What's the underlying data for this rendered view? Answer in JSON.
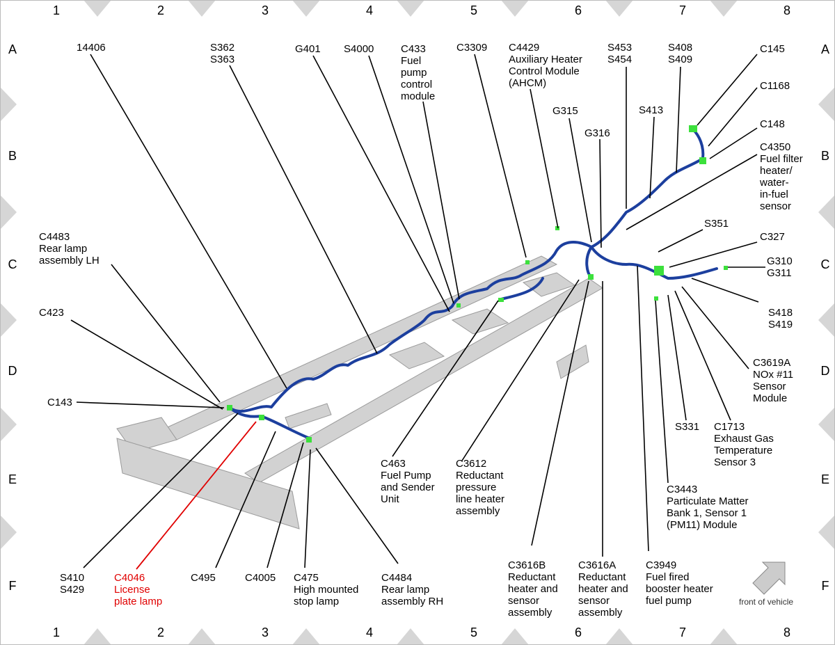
{
  "grid": {
    "columns": [
      "1",
      "2",
      "3",
      "4",
      "5",
      "6",
      "7",
      "8"
    ],
    "rows": [
      "A",
      "B",
      "C",
      "D",
      "E",
      "F"
    ]
  },
  "labels": {
    "l14406": "14406",
    "s362": "S362\nS363",
    "g401": "G401",
    "s4000": "S4000",
    "c433": "C433\nFuel\npump\ncontrol\nmodule",
    "c3309": "C3309",
    "c4429": "C4429\nAuxiliary Heater\nControl Module\n(AHCM)",
    "s453": "S453\nS454",
    "s408": "S408\nS409",
    "c145": "C145",
    "c1168": "C1168",
    "g315": "G315",
    "s413": "S413",
    "g316": "G316",
    "c148": "C148",
    "c4350": "C4350\nFuel filter\nheater/\nwater-\nin-fuel\nsensor",
    "c4483": "C4483\nRear lamp\nassembly LH",
    "s351": "S351",
    "c327": "C327",
    "g310": "G310\nG311",
    "c423": "C423",
    "s418": "S418\nS419",
    "c3619a": "C3619A\nNOx #11\nSensor\nModule",
    "c143": "C143",
    "s331": "S331",
    "c1713": "C1713\nExhaust Gas\nTemperature\nSensor 3",
    "c463": "C463\nFuel Pump\nand Sender\nUnit",
    "c3612": "C3612\nReductant\npressure\nline heater\nassembly",
    "c3443": "C3443\nParticulate Matter\nBank 1, Sensor 1\n(PM11) Module",
    "s410": "S410\nS429",
    "c4046": "C4046\nLicense\nplate lamp",
    "c495": "C495",
    "c4005": "C4005",
    "c475": "C475\nHigh mounted\nstop lamp",
    "c4484": "C4484\nRear lamp\nassembly RH",
    "c3616b": "C3616B\nReductant\nheater and\nsensor\nassembly",
    "c3616a": "C3616A\nReductant\nheater and\nsensor\nassembly",
    "c3949": "C3949\nFuel fired\nbooster heater\nfuel pump"
  },
  "front_caption": "front of vehicle",
  "colors": {
    "frame": "#cfcfcf",
    "frame_edge": "#9a9a9a",
    "harness": "#1c3f9e",
    "connector": "#3ce03c",
    "highlight": "#e00000",
    "border_triangle": "#d6d6d6"
  }
}
